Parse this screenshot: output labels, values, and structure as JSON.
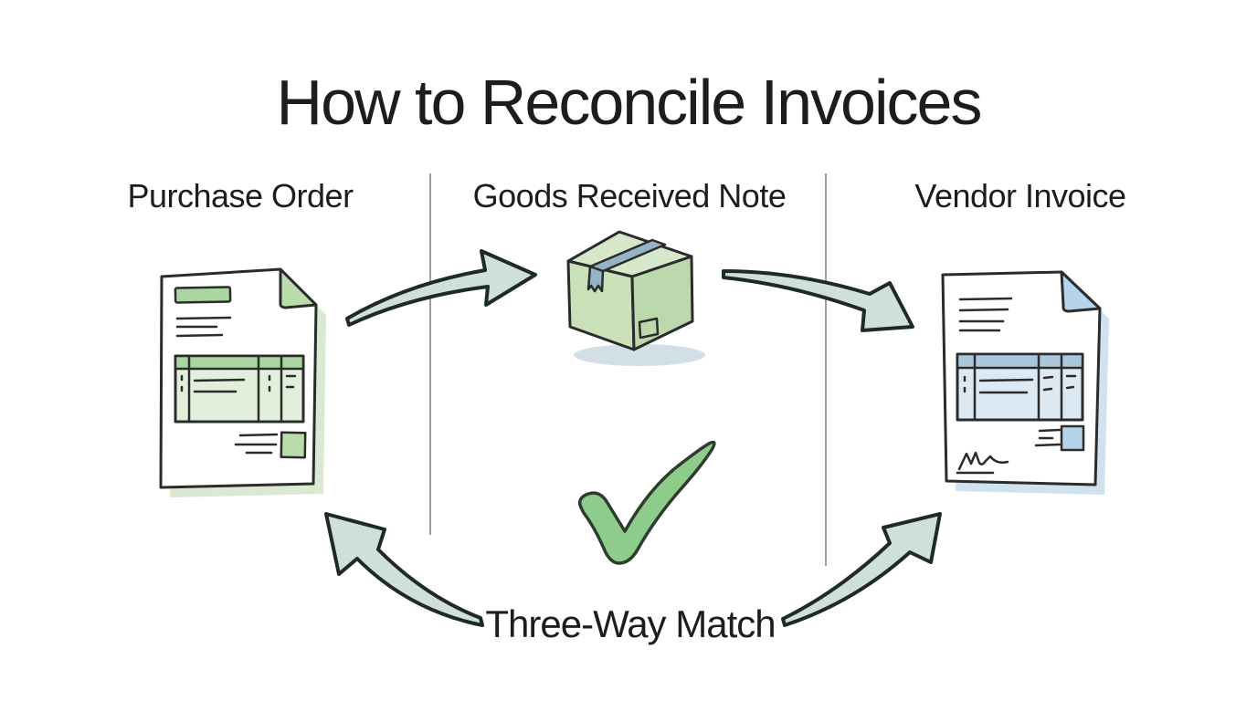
{
  "title": "How to Reconcile Invoices",
  "columns": [
    {
      "id": "purchase-order",
      "label": "Purchase Order",
      "icon": "purchase-order-document-icon"
    },
    {
      "id": "goods-received-note",
      "label": "Goods Received Note",
      "icon": "package-box-icon"
    },
    {
      "id": "vendor-invoice",
      "label": "Vendor Invoice",
      "icon": "vendor-invoice-document-icon"
    }
  ],
  "footer_label": "Three-Way Match",
  "icons": {
    "center_mark": "checkmark-icon",
    "flow_arrows": [
      "arrow-po-to-grn-icon",
      "arrow-grn-to-invoice-icon",
      "arrow-match-to-po-icon",
      "arrow-match-to-invoice-icon"
    ]
  },
  "colors": {
    "background": "#ffffff",
    "text": "#1d1d1d",
    "divider": "#8d8d8d",
    "ink": "#2b2b2b",
    "arrow_ink": "#1f2a27",
    "arrow_fill": "#cfe0da",
    "check_ink": "#2e3b2e",
    "check_fill": "#8ecc8c",
    "po_accent": "#a8d5a0",
    "po_fill": "#e2efda",
    "po_fold": "#b9dcab",
    "po_shadow": "#d9e9d2",
    "box_top": "#d7e8ca",
    "box_front": "#c9e0b9",
    "box_side": "#bcd8ad",
    "tape": "#92b4c3",
    "box_shadow": "#c8d7e1",
    "vi_accent": "#a9c7dd",
    "vi_fill": "#dce8f2",
    "vi_fold": "#b6d4e9",
    "vi_shadow": "#cfe2f0"
  }
}
